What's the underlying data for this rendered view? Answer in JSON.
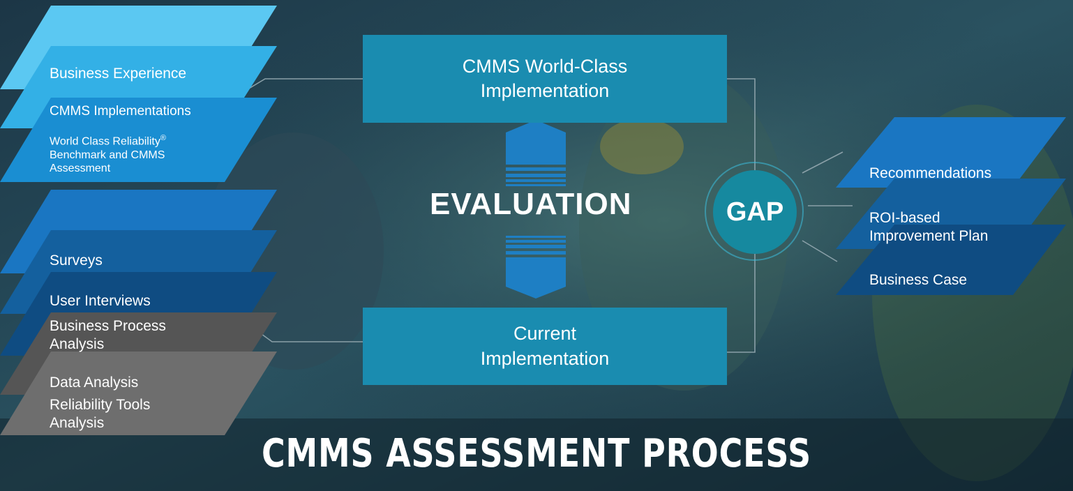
{
  "colors": {
    "background": "#1d3a4a",
    "light_blue": "#5bc8f2",
    "sky_blue": "#33b0e6",
    "medium_blue": "#1a8ed2",
    "bright_blue": "#1a76c2",
    "dark_blue": "#14609e",
    "navy_blue": "#0f4c82",
    "dark_gray": "#555555",
    "gray": "#6e6e6e",
    "teal_box": "#1a8cb0",
    "gap_circle": "#16899f"
  },
  "left_top_stack": {
    "items": [
      {
        "label": "Business Experience"
      },
      {
        "label": "CMMS Implementations"
      },
      {
        "label": "World Class Reliability",
        "superscript": "®",
        "label_cont": "Benchmark and CMMS Assessment"
      }
    ]
  },
  "left_bottom_stack": {
    "items": [
      {
        "label": "Surveys"
      },
      {
        "label": "User Interviews"
      },
      {
        "label": "Business Process Analysis"
      },
      {
        "label": "Data Analysis"
      },
      {
        "label": "Reliability Tools Analysis"
      }
    ]
  },
  "center": {
    "top_box": "CMMS World-Class Implementation",
    "evaluation": "EVALUATION",
    "bottom_box": "Current Implementation"
  },
  "gap": {
    "label": "GAP"
  },
  "right_stack": {
    "items": [
      {
        "label": "Recommendations"
      },
      {
        "label": "ROI-based Improvement Plan"
      },
      {
        "label": "Business Case"
      }
    ]
  },
  "title": "CMMS ASSESSMENT PROCESS"
}
